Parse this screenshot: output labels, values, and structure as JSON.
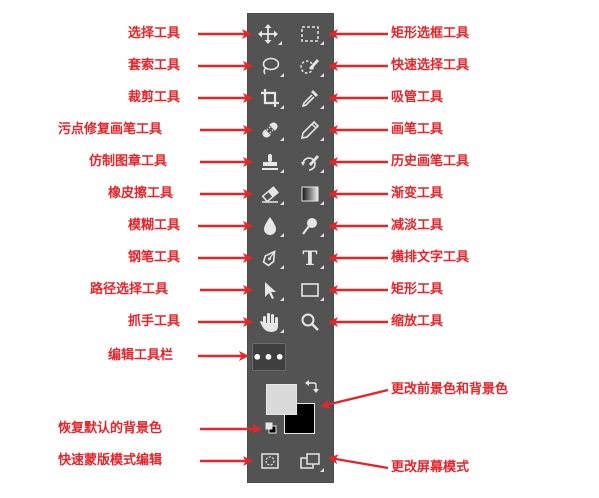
{
  "labels_left": [
    "选择工具",
    "套索工具",
    "裁剪工具",
    "污点修复画笔工具",
    "仿制图章工具",
    "橡皮擦工具",
    "模糊工具",
    "钢笔工具",
    "路径选择工具",
    "抓手工具",
    "编辑工具栏",
    "恢复默认的背景色",
    "快速蒙版模式编辑"
  ],
  "labels_right": [
    "矩形选框工具",
    "快速选择工具",
    "吸管工具",
    "画笔工具",
    "历史画笔工具",
    "渐变工具",
    "减淡工具",
    "横排文字工具",
    "矩形工具",
    "缩放工具",
    "更改前景色和背景色",
    "更改屏幕模式"
  ],
  "toolbar": {
    "edit_toolbar_glyph": "•••",
    "text_tool_glyph": "T"
  },
  "colors": {
    "annotation": "#e2262b",
    "toolbar_bg": "#535353",
    "icon": "#e6e6e6",
    "foreground_swatch": "#d9d9d9",
    "background_swatch": "#000000"
  }
}
